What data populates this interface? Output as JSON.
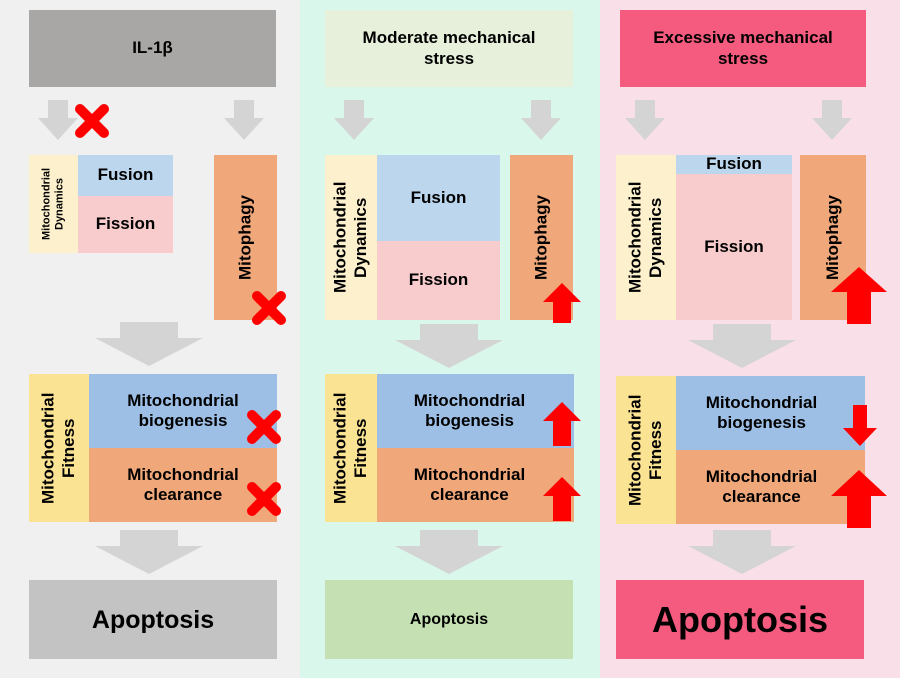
{
  "colors": {
    "panel1_bg": "#f0f0f0",
    "panel2_bg": "#daf7ec",
    "panel3_bg": "#f9dfe8",
    "header1": "#a9a6a6",
    "header2": "#e6f0da",
    "header3": "#f55b7f",
    "dynamics_label": "#fdf0cc",
    "fusion": "#bcd6ee",
    "fission": "#f8cccc",
    "mitophagy": "#f0a779",
    "fitness_label": "#fbe394",
    "biogenesis": "#9dbfe5",
    "clearance": "#f0a779",
    "apoptosis1": "#c3c3c3",
    "apoptosis2": "#c5e0b3",
    "apoptosis3": "#f55b7f",
    "flow_arrow": "#d4d4d4",
    "indicator": "#ff0000"
  },
  "panels": [
    {
      "stimulus": "IL-1β",
      "dynamics_label": "Mitochondrial Dynamics",
      "fusion": "Fusion",
      "fission": "Fission",
      "mitophagy": "Mitophagy",
      "fitness_label": "Mitochondrial Fitness",
      "biogenesis": "Mitochondrial biogenesis",
      "clearance": "Mitochondrial clearance",
      "outcome": "Apoptosis"
    },
    {
      "stimulus": "Moderate mechanical stress",
      "dynamics_label": "Mitochondrial Dynamics",
      "fusion": "Fusion",
      "fission": "Fission",
      "mitophagy": "Mitophagy",
      "fitness_label": "Mitochondrial Fitness",
      "biogenesis": "Mitochondrial biogenesis",
      "clearance": "Mitochondrial clearance",
      "outcome": "Apoptosis"
    },
    {
      "stimulus": "Excessive mechanical stress",
      "dynamics_label": "Mitochondrial Dynamics",
      "fusion": "Fusion",
      "fission": "Fission",
      "mitophagy": "Mitophagy",
      "fitness_label": "Mitochondrial Fitness",
      "biogenesis": "Mitochondrial biogenesis",
      "clearance": "Mitochondrial clearance",
      "outcome": "Apoptosis"
    }
  ],
  "indicators": {
    "panel1": {
      "dynamics_input": "cross",
      "mitophagy": "cross",
      "biogenesis": "cross",
      "clearance": "cross"
    },
    "panel2": {
      "mitophagy": "up",
      "biogenesis": "up",
      "clearance": "up"
    },
    "panel3": {
      "mitophagy": "up-large",
      "biogenesis": "down",
      "clearance": "up-large"
    }
  }
}
